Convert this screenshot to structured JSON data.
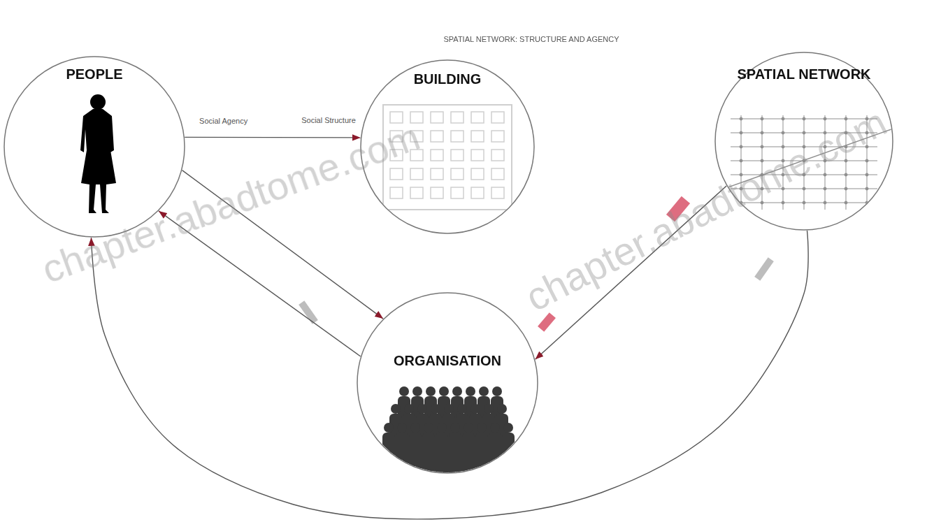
{
  "diagram": {
    "title": "SPATIAL NETWORK: STRUCTURE AND AGENCY",
    "nodes": [
      {
        "text": [
          "PEOPLE"
        ]
      },
      {
        "text": [
          "BUILDING"
        ]
      },
      {
        "text": [
          "SPATIAL NETWORK"
        ]
      },
      {
        "text": [
          "ORGANISATION"
        ]
      }
    ],
    "edges": [
      {
        "from": 0,
        "to": 1,
        "label": "Social Agency",
        "arrow": "to"
      },
      {
        "from": 0,
        "to": 3,
        "arrow": "to"
      },
      {
        "from": 3,
        "to": 0,
        "arrow": "to"
      },
      {
        "from": 2,
        "to": 3,
        "arrow": "to"
      },
      {
        "from": 2,
        "to": 0,
        "arrow": "to"
      }
    ],
    "labels": [
      "Social Structure",
      "chapter.abadtome.com",
      "chapter.abadtome.com"
    ]
  }
}
